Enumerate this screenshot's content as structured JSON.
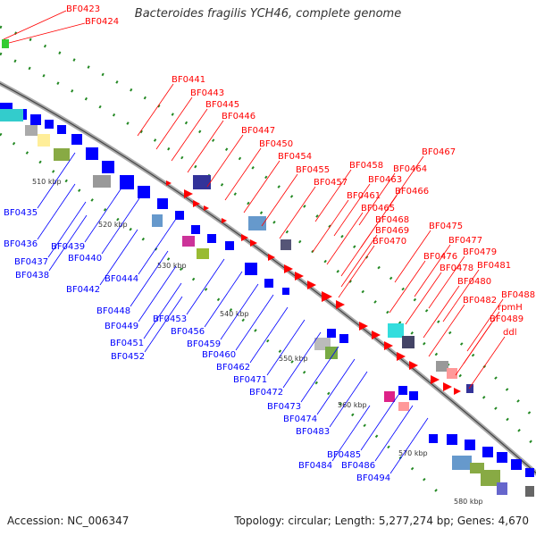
{
  "title": "Bacteroides fragilis YCH46, complete genome",
  "footer": {
    "accession": "Accession: NC_006347",
    "topology": "Topology: circular; Length: 5,277,274 bp; Genes: 4,670"
  },
  "colors": {
    "forward": "#ff0000",
    "reverse": "#0000ff",
    "backbone": "#888888",
    "tick": "#228822"
  },
  "kbp_labels": [
    "510 kbp",
    "520 kbp",
    "530 kbp",
    "540 kbp",
    "550 kbp",
    "560 kbp",
    "570 kbp",
    "580 kbp"
  ],
  "top_labels": [
    "BF0423",
    "BF0424"
  ],
  "forward_labels": [
    "BF0441",
    "BF0443",
    "BF0445",
    "BF0446",
    "BF0447",
    "BF0450",
    "BF0454",
    "BF0455",
    "BF0457",
    "BF0458",
    "BF0461",
    "BF0463",
    "BF0464",
    "BF0465",
    "BF0466",
    "BF0467",
    "BF0468",
    "BF0469",
    "BF0470",
    "BF0475",
    "BF0476",
    "BF0477",
    "BF0478",
    "BF0479",
    "BF0480",
    "BF0481",
    "BF0482",
    "BF0488",
    "BF0489",
    "rpmH",
    "ddl"
  ],
  "reverse_labels": [
    "BF0435",
    "BF0436",
    "BF0437",
    "BF0438",
    "BF0439",
    "BF0440",
    "BF0442",
    "BF0444",
    "BF0448",
    "BF0449",
    "BF0451",
    "BF0452",
    "BF0453",
    "BF0456",
    "BF0459",
    "BF0460",
    "BF0462",
    "BF0471",
    "BF0472",
    "BF0473",
    "BF0474",
    "BF0483",
    "BF0484",
    "BF0485",
    "BF0486",
    "BF0494"
  ]
}
